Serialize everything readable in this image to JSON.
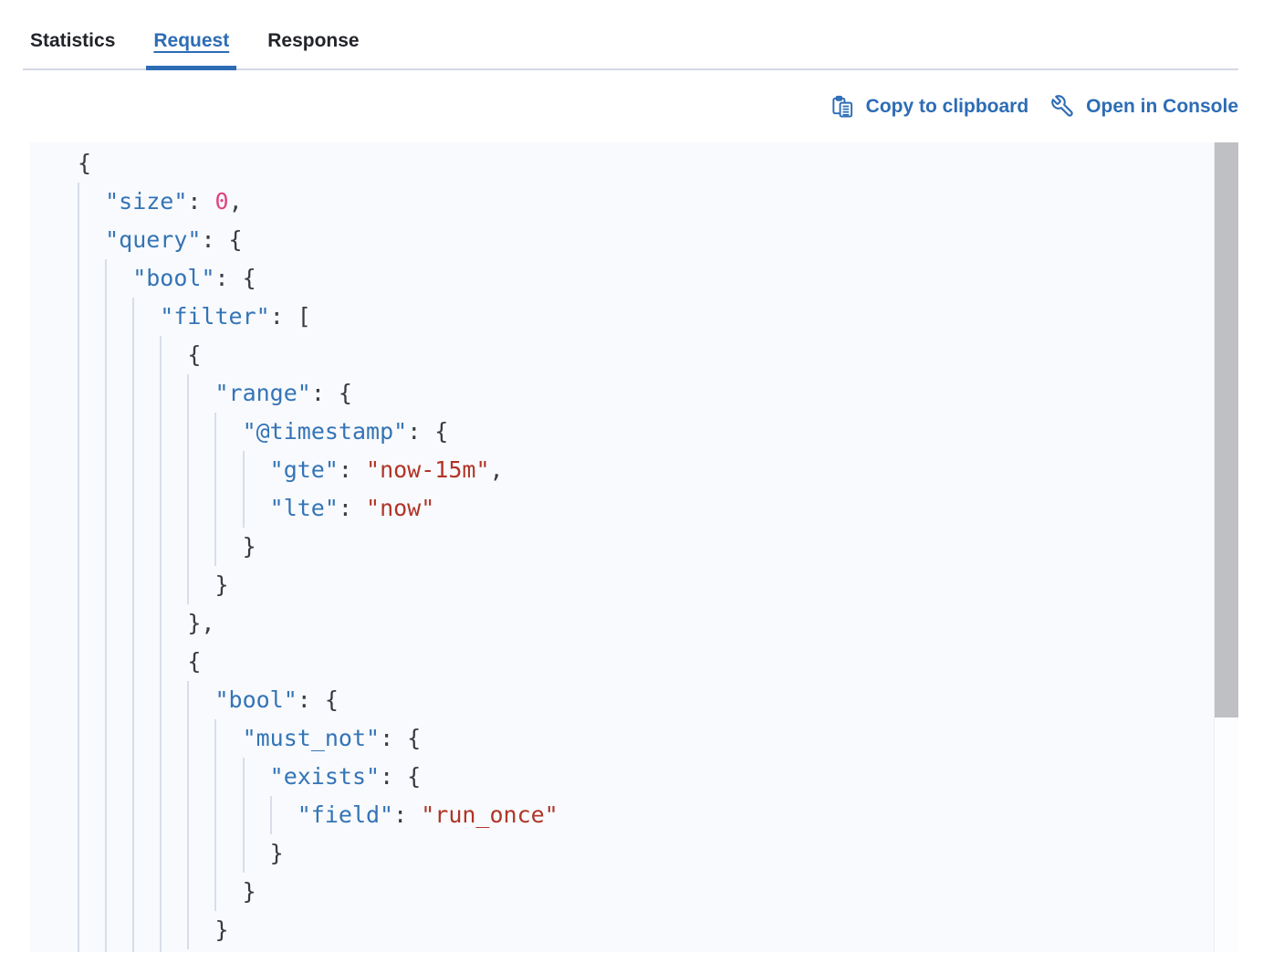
{
  "tabs": {
    "items": [
      {
        "label": "Statistics",
        "active": false
      },
      {
        "label": "Request",
        "active": true
      },
      {
        "label": "Response",
        "active": false
      }
    ]
  },
  "toolbar": {
    "copy_label": "Copy to clipboard",
    "copy_icon": "copy-clipboard-icon",
    "console_label": "Open in Console",
    "console_icon": "wrench-icon"
  },
  "colors": {
    "accent_blue": "#2d6cb5",
    "code_key_blue": "#3474b6",
    "code_string_red": "#b03528",
    "code_number_pink": "#e0437f",
    "code_punctuation": "#383b42",
    "code_background": "#f8fafd",
    "indent_guide": "#d8dde9",
    "scrollbar_thumb": "#bfc0c4",
    "tab_border": "#d3d8e2"
  },
  "code": {
    "language": "json",
    "lines": [
      {
        "indent": 0,
        "tokens": [
          [
            "p",
            "{"
          ]
        ]
      },
      {
        "indent": 1,
        "tokens": [
          [
            "k",
            "\"size\""
          ],
          [
            "p",
            ": "
          ],
          [
            "n",
            "0"
          ],
          [
            "p",
            ","
          ]
        ]
      },
      {
        "indent": 1,
        "tokens": [
          [
            "k",
            "\"query\""
          ],
          [
            "p",
            ": {"
          ]
        ]
      },
      {
        "indent": 2,
        "tokens": [
          [
            "k",
            "\"bool\""
          ],
          [
            "p",
            ": {"
          ]
        ]
      },
      {
        "indent": 3,
        "tokens": [
          [
            "k",
            "\"filter\""
          ],
          [
            "p",
            ": ["
          ]
        ]
      },
      {
        "indent": 4,
        "tokens": [
          [
            "p",
            "{"
          ]
        ]
      },
      {
        "indent": 5,
        "tokens": [
          [
            "k",
            "\"range\""
          ],
          [
            "p",
            ": {"
          ]
        ]
      },
      {
        "indent": 6,
        "tokens": [
          [
            "k",
            "\"@timestamp\""
          ],
          [
            "p",
            ": {"
          ]
        ]
      },
      {
        "indent": 7,
        "tokens": [
          [
            "k",
            "\"gte\""
          ],
          [
            "p",
            ": "
          ],
          [
            "s",
            "\"now-15m\""
          ],
          [
            "p",
            ","
          ]
        ]
      },
      {
        "indent": 7,
        "tokens": [
          [
            "k",
            "\"lte\""
          ],
          [
            "p",
            ": "
          ],
          [
            "s",
            "\"now\""
          ]
        ]
      },
      {
        "indent": 6,
        "tokens": [
          [
            "p",
            "}"
          ]
        ]
      },
      {
        "indent": 5,
        "tokens": [
          [
            "p",
            "}"
          ]
        ]
      },
      {
        "indent": 4,
        "tokens": [
          [
            "p",
            "},"
          ]
        ]
      },
      {
        "indent": 4,
        "tokens": [
          [
            "p",
            "{"
          ]
        ]
      },
      {
        "indent": 5,
        "tokens": [
          [
            "k",
            "\"bool\""
          ],
          [
            "p",
            ": {"
          ]
        ]
      },
      {
        "indent": 6,
        "tokens": [
          [
            "k",
            "\"must_not\""
          ],
          [
            "p",
            ": {"
          ]
        ]
      },
      {
        "indent": 7,
        "tokens": [
          [
            "k",
            "\"exists\""
          ],
          [
            "p",
            ": {"
          ]
        ]
      },
      {
        "indent": 8,
        "tokens": [
          [
            "k",
            "\"field\""
          ],
          [
            "p",
            ": "
          ],
          [
            "s",
            "\"run_once\""
          ]
        ]
      },
      {
        "indent": 7,
        "tokens": [
          [
            "p",
            "}"
          ]
        ]
      },
      {
        "indent": 6,
        "tokens": [
          [
            "p",
            "}"
          ]
        ]
      },
      {
        "indent": 5,
        "tokens": [
          [
            "p",
            "}"
          ]
        ]
      },
      {
        "indent": 4,
        "tokens": [
          [
            "p",
            "}"
          ]
        ]
      }
    ]
  }
}
